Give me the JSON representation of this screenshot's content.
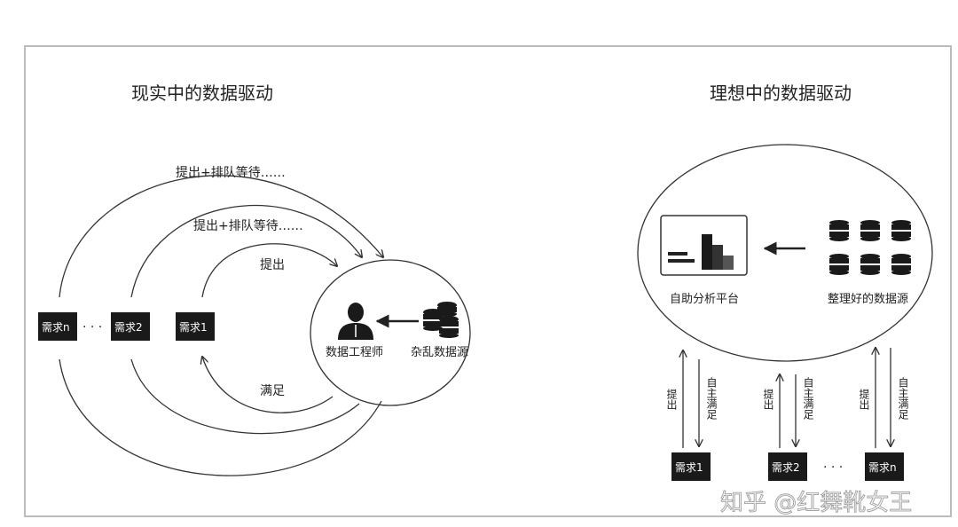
{
  "left": {
    "title": "现实中的数据驱动",
    "arc_labels": [
      "提出+排队等待……",
      "提出+排队等待……",
      "提出",
      "满足"
    ],
    "requests": [
      "需求n",
      "需求2",
      "需求1"
    ],
    "ellipsis": "· · ·",
    "engineer_label": "数据工程师",
    "source_label": "杂乱数据源"
  },
  "right": {
    "title": "理想中的数据驱动",
    "platform_label": "自助分析平台",
    "source_label": "整理好的数据源",
    "up_label": "提出",
    "down_label": "自主满足",
    "requests": [
      "需求1",
      "需求2",
      "需求n"
    ],
    "ellipsis": "· · ·"
  },
  "watermark": "知乎 @红舞靴女王"
}
